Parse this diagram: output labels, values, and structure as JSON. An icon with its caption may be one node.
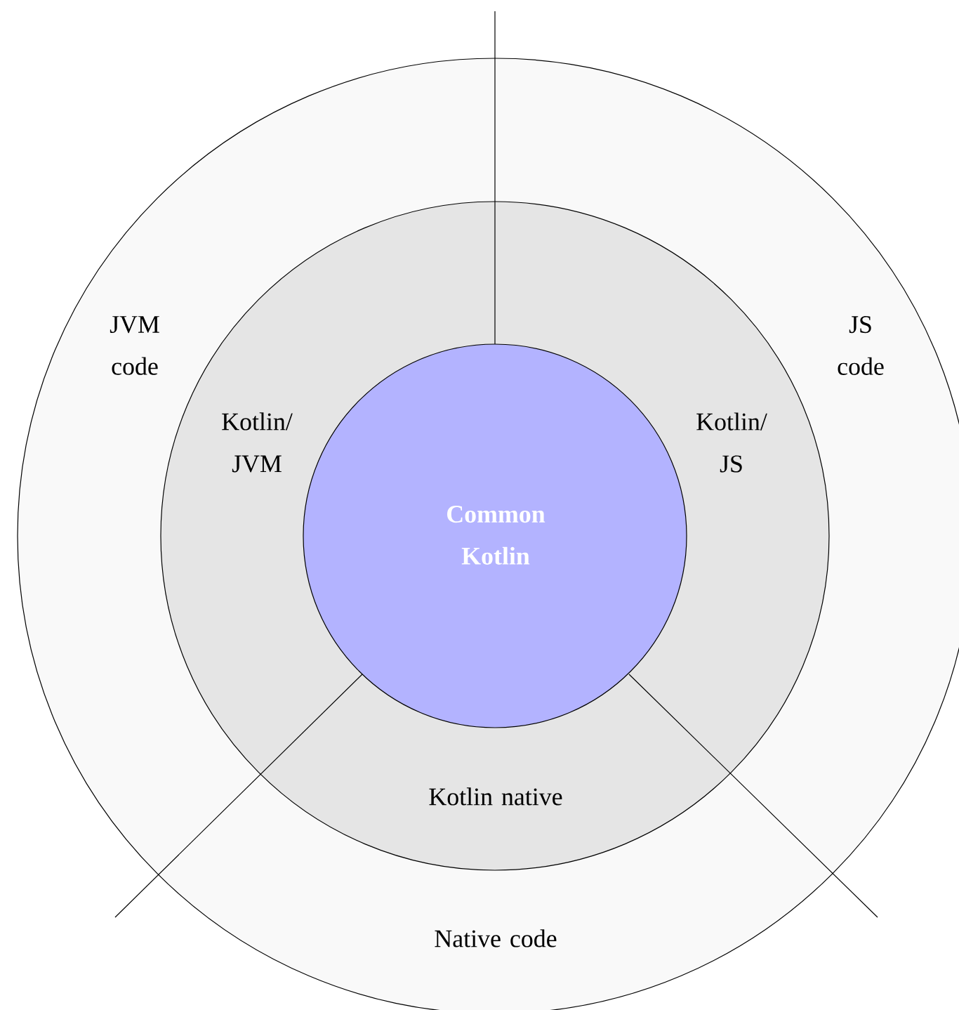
{
  "diagram": {
    "nodes": [
      {
        "text": [
          "JVM code",
          "JS code",
          "Native code"
        ]
      },
      {
        "text": [
          "Kotlin/ JVM",
          "Kotlin/ JS",
          "Kotlin native"
        ],
        "in": 0
      },
      {
        "text": [
          "Common Kotlin"
        ],
        "in": 1
      }
    ]
  }
}
